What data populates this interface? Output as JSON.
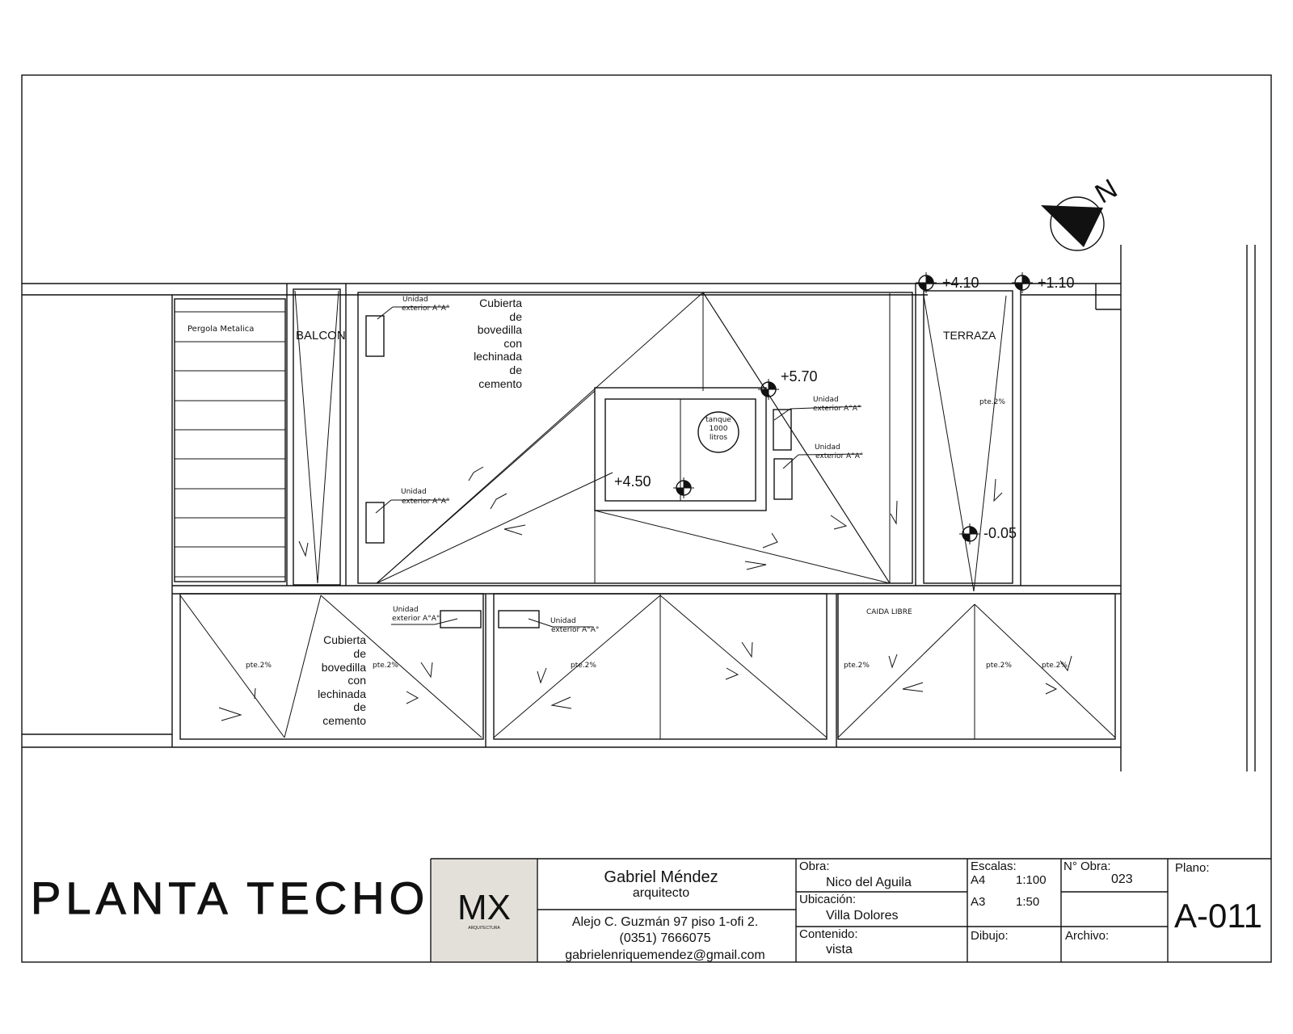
{
  "title": "PLANTA TECHO",
  "logo": {
    "mark": "MX",
    "sub": "ARQUITECTURA"
  },
  "architect": {
    "name": "Gabriel Méndez",
    "role": "arquitecto",
    "address": "Alejo C. Guzmán 97 piso 1-ofi 2.",
    "phone": "(0351) 7666075",
    "email": "gabrielenriquemendez@gmail.com"
  },
  "titleblock": {
    "obra_label": "Obra:",
    "obra": "Nico del Aguila",
    "ubicacion_label": "Ubicación:",
    "ubicacion": "Villa Dolores",
    "contenido_label": "Contenido:",
    "contenido": "vista",
    "escalas_label": "Escalas:",
    "escalas": [
      {
        "format": "A4",
        "scale": "1:100"
      },
      {
        "format": "A3",
        "scale": "1:50"
      }
    ],
    "nobra_label": "N° Obra:",
    "nobra": "023",
    "dibujo_label": "Dibujo:",
    "archivo_label": "Archivo:",
    "plano_label": "Plano:",
    "plano": "A-011"
  },
  "north": "N",
  "levels": {
    "l410": "+4.10",
    "l110": "+1.10",
    "l570": "+5.70",
    "l450": "+4.50",
    "lm005": "-0.05"
  },
  "labels": {
    "pergola": "Pergola Metalica",
    "balcon": "BALCON",
    "terraza": "TERRAZA",
    "caida_libre": "CAIDA LIBRE",
    "tanque": [
      "tanque",
      "1000",
      "litros"
    ],
    "cubierta": [
      "Cubierta",
      "de",
      "bovedilla",
      "con",
      "lechinada",
      "de",
      "cemento"
    ],
    "unidad": "Unidad",
    "exterior": "exterior A°A°",
    "pte": "pte.2%"
  }
}
